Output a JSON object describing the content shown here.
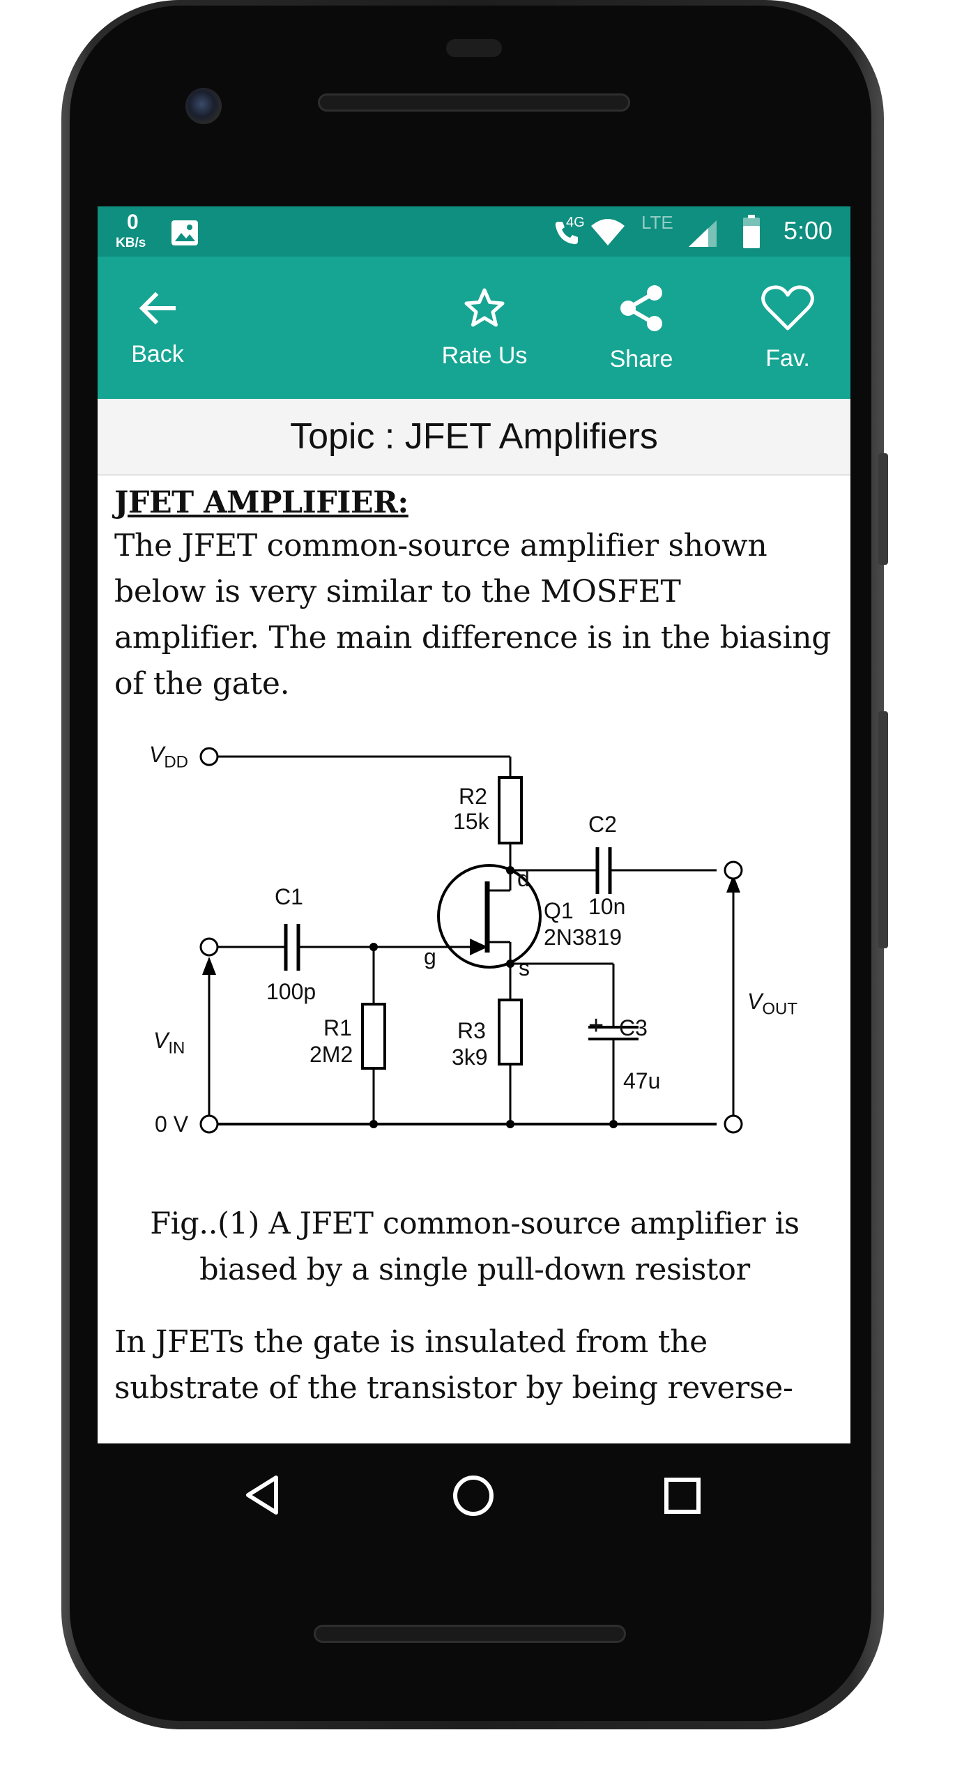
{
  "status_bar": {
    "speed_value": "0",
    "speed_unit": "KB/s",
    "network": "4G",
    "lte": "LTE",
    "time": "5:00"
  },
  "toolbar": {
    "back_label": "Back",
    "rate_label": "Rate Us",
    "share_label": "Share",
    "fav_label": "Fav."
  },
  "topic": {
    "title": "Topic : JFET Amplifiers"
  },
  "article": {
    "heading": "JFET AMPLIFIER:",
    "paragraph1": "The JFET common-source amplifier shown below is very similar to the MOSFET amplifier. The main difference is in the biasing of the gate.",
    "caption": "Fig..(1) A JFET common-source amplifier is biased by a single pull-down resistor",
    "paragraph2": "In JFETs the gate is insulated from the substrate of the transistor by being reverse-"
  },
  "circuit": {
    "vdd_main": "V",
    "vdd_sub": "DD",
    "vin_main": "V",
    "vin_sub": "IN",
    "vout_main": "V",
    "vout_sub": "OUT",
    "zero_v": "0 V",
    "r2_name": "R2",
    "r2_value": "15k",
    "c2_name": "C2",
    "c2_value": "10n",
    "c1_name": "C1",
    "c1_value": "100p",
    "q1_name": "Q1",
    "q1_value": "2N3819",
    "r1_name": "R1",
    "r1_value": "2M2",
    "r3_name": "R3",
    "r3_value": "3k9",
    "c3_name": "C3",
    "c3_value": "47u",
    "c3_plus": "+",
    "pin_d": "d",
    "pin_g": "g",
    "pin_s": "s"
  },
  "icons": {
    "back": "arrow-left-icon",
    "rate": "star-icon",
    "share": "share-icon",
    "fav": "heart-icon",
    "nav_back": "triangle-back-icon",
    "nav_home": "circle-home-icon",
    "nav_recent": "square-recents-icon"
  },
  "colors": {
    "status_bar": "#0e8f7f",
    "toolbar": "#17a593"
  }
}
